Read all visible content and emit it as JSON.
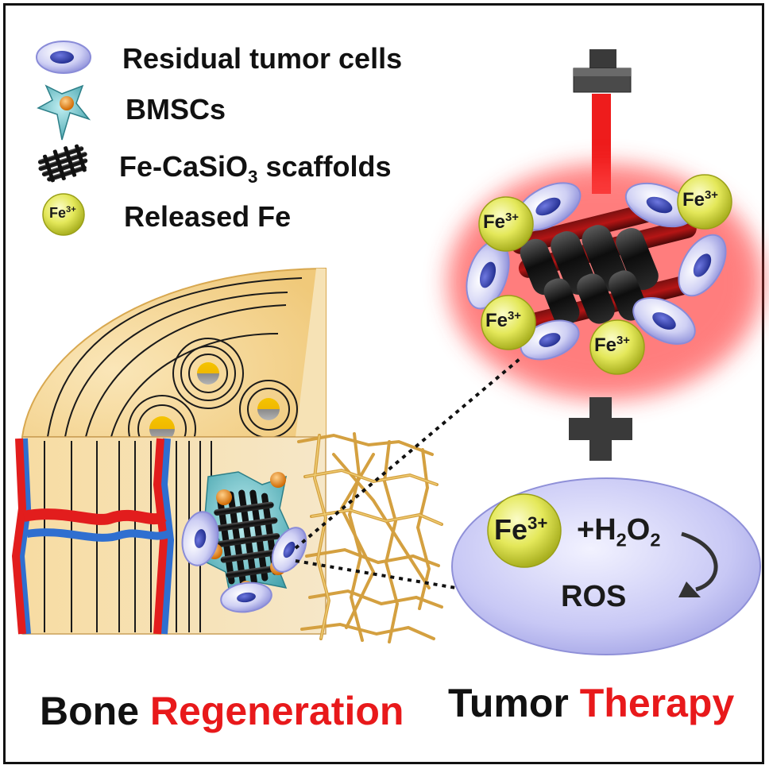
{
  "legend": {
    "items": [
      {
        "icon": "tumor-cell-icon",
        "label": "Residual tumor cells"
      },
      {
        "icon": "bmsc-icon",
        "label": "BMSCs"
      },
      {
        "icon": "scaffold-icon",
        "label_prefix": "Fe-CaSiO",
        "label_sub": "3",
        "label_suffix": " scaffolds"
      },
      {
        "icon": "fe-ion-icon",
        "label": "Released Fe"
      }
    ],
    "ion_badge": {
      "base": "Fe",
      "sup": "3+"
    }
  },
  "tumor_cluster": {
    "ions": [
      {
        "base": "Fe",
        "sup": "3+"
      },
      {
        "base": "Fe",
        "sup": "3+"
      },
      {
        "base": "Fe",
        "sup": "3+"
      },
      {
        "base": "Fe",
        "sup": "3+"
      }
    ]
  },
  "reaction": {
    "ion": {
      "base": "Fe",
      "sup": "3+"
    },
    "reagent": {
      "prefix": "+H",
      "sub1": "2",
      "mid": "O",
      "sub2": "2"
    },
    "product": "ROS"
  },
  "captions": {
    "left_black": "Bone",
    "left_red": "Regeneration",
    "right_black": "Tumor",
    "right_red": "Therapy"
  },
  "colors": {
    "accent_red": "#e8191b",
    "ion_yellow": "#d6dc3a",
    "cell_lavender": "#c9c9f2",
    "bone_tan": "#f3d79a",
    "vessel_red": "#e21d1d",
    "vessel_blue": "#2f6fd0",
    "bmsc_teal": "#5fbcc4",
    "nucleus_orange": "#f08a12"
  }
}
